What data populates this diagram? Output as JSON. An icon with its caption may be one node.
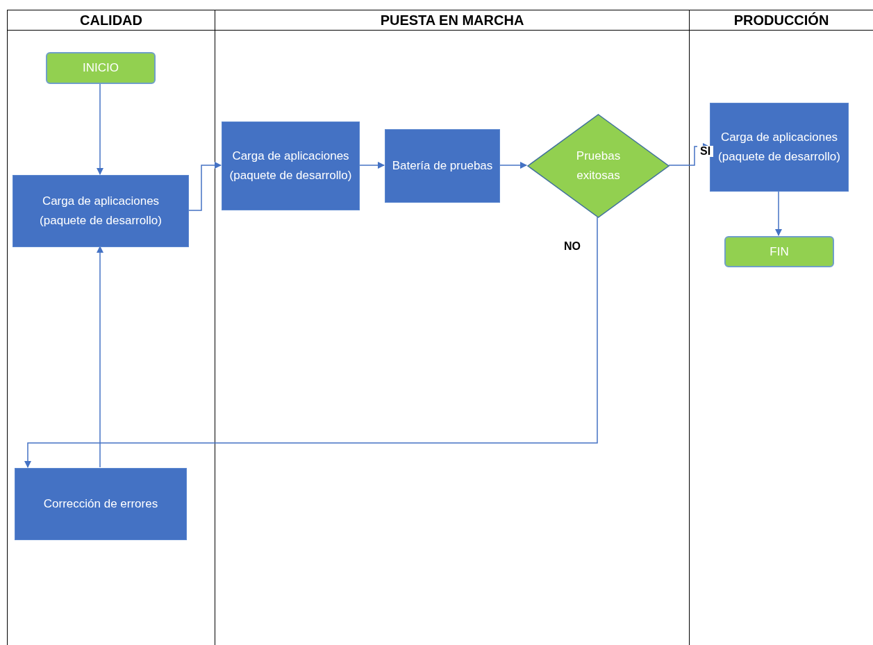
{
  "diagram": {
    "nodes": [
      {
        "text": [
          "CALIDAD"
        ]
      },
      {
        "text": [
          "PUESTA EN MARCHA"
        ]
      },
      {
        "text": [
          "PRODUCCIÓN"
        ]
      },
      {
        "text": [
          "INICIO"
        ],
        "in": 0
      },
      {
        "text": [
          "Carga de aplicaciones (paquete de desarrollo)"
        ],
        "in": 0
      },
      {
        "text": [
          "Corrección de errores"
        ],
        "in": 0
      },
      {
        "text": [
          "Carga de aplicaciones (paquete de desarrollo)"
        ],
        "in": 1
      },
      {
        "text": [
          "Batería de pruebas"
        ],
        "in": 1
      },
      {
        "text": [
          "Pruebas exitosas"
        ],
        "in": 1
      },
      {
        "text": [
          "Carga de aplicaciones (paquete de desarrollo)"
        ],
        "in": 2
      },
      {
        "text": [
          "FIN"
        ],
        "in": 2
      }
    ],
    "edges": [
      {
        "from": 3,
        "to": 4,
        "arrow": "to"
      },
      {
        "from": 4,
        "to": 6,
        "arrow": "to"
      },
      {
        "from": 6,
        "to": 7,
        "arrow": "to"
      },
      {
        "from": 7,
        "to": 8,
        "arrow": "to"
      },
      {
        "from": 8,
        "to": 9,
        "arrow": "to",
        "label": "SI"
      },
      {
        "from": 9,
        "to": 10,
        "arrow": "to"
      },
      {
        "from": 8,
        "to": 5,
        "arrow": "to",
        "label": "NO"
      },
      {
        "from": 5,
        "to": 4,
        "arrow": "to"
      }
    ]
  }
}
